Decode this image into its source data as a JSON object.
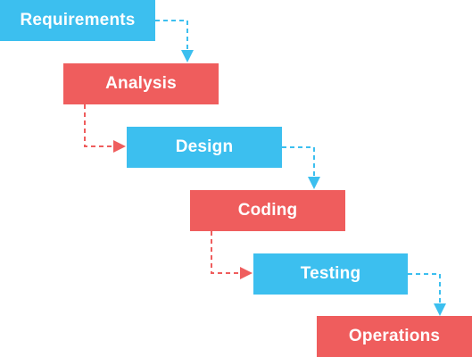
{
  "diagram": {
    "colors": {
      "blue": "#3cbfef",
      "red": "#ef5d5d"
    },
    "steps": [
      {
        "label": "Requirements",
        "color": "blue"
      },
      {
        "label": "Analysis",
        "color": "red"
      },
      {
        "label": "Design",
        "color": "blue"
      },
      {
        "label": "Coding",
        "color": "red"
      },
      {
        "label": "Testing",
        "color": "blue"
      },
      {
        "label": "Operations",
        "color": "red"
      }
    ]
  }
}
